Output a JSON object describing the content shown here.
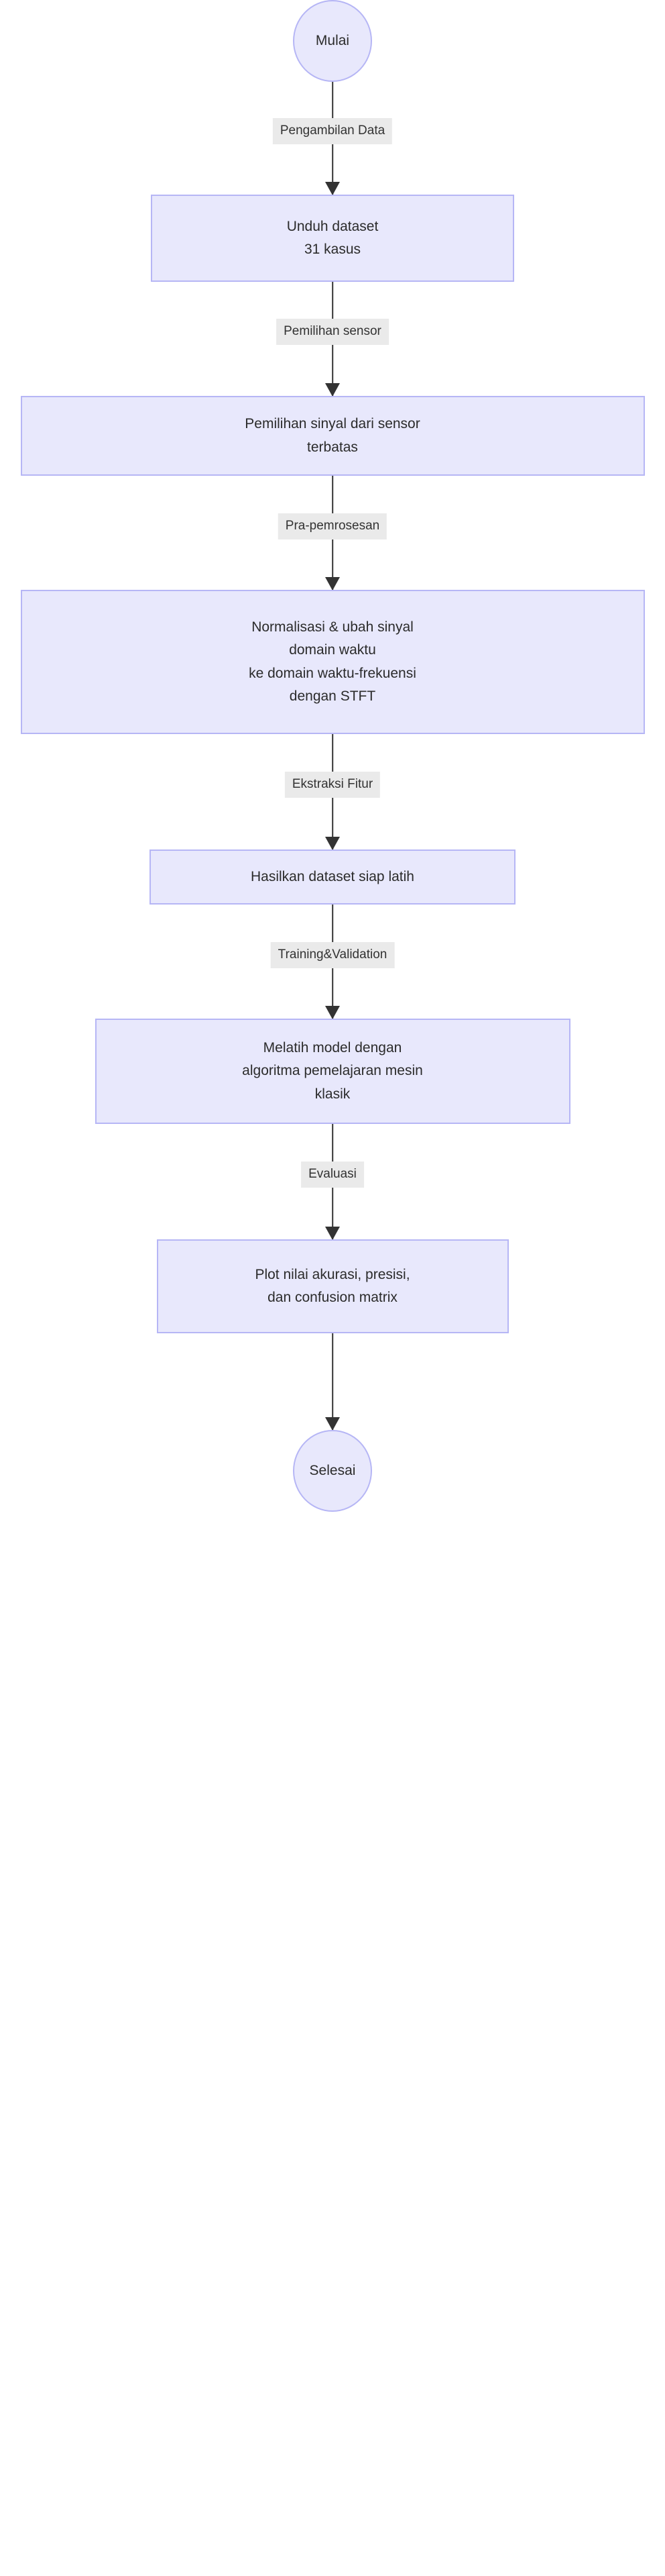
{
  "diagram": {
    "type": "flowchart",
    "direction": "top-to-bottom",
    "language": "id",
    "colors": {
      "node_fill": "#e8e8fc",
      "node_border": "#b6b6f5",
      "node_text": "#2b2b2b",
      "edge_line": "#333333",
      "edge_label_background": "#eaeaea",
      "edge_label_text": "#333333",
      "canvas_background": "#ffffff"
    },
    "nodes": [
      {
        "id": "start",
        "shape": "stadium",
        "label": "Mulai"
      },
      {
        "id": "download",
        "shape": "rect",
        "label": "Unduh dataset\n31 kasus"
      },
      {
        "id": "select",
        "shape": "rect",
        "label": "Pemilihan sinyal dari sensor\nterbatas"
      },
      {
        "id": "preprocess",
        "shape": "rect",
        "label": "Normalisasi & ubah sinyal\ndomain waktu\nke domain waktu-frekuensi\ndengan STFT"
      },
      {
        "id": "dataset",
        "shape": "rect",
        "label": "Hasilkan dataset siap latih"
      },
      {
        "id": "train",
        "shape": "rect",
        "label": "Melatih model dengan\nalgoritma pemelajaran mesin\nklasik"
      },
      {
        "id": "plot",
        "shape": "rect",
        "label": "Plot nilai akurasi, presisi,\ndan confusion matrix"
      },
      {
        "id": "end",
        "shape": "stadium",
        "label": "Selesai"
      }
    ],
    "edges": [
      {
        "from": "start",
        "to": "download",
        "label": "Pengambilan Data"
      },
      {
        "from": "download",
        "to": "select",
        "label": "Pemilihan sensor"
      },
      {
        "from": "select",
        "to": "preprocess",
        "label": "Pra-pemrosesan"
      },
      {
        "from": "preprocess",
        "to": "dataset",
        "label": "Ekstraksi Fitur"
      },
      {
        "from": "dataset",
        "to": "train",
        "label": "Training&Validation"
      },
      {
        "from": "train",
        "to": "plot",
        "label": "Evaluasi"
      },
      {
        "from": "plot",
        "to": "end",
        "label": ""
      }
    ]
  }
}
